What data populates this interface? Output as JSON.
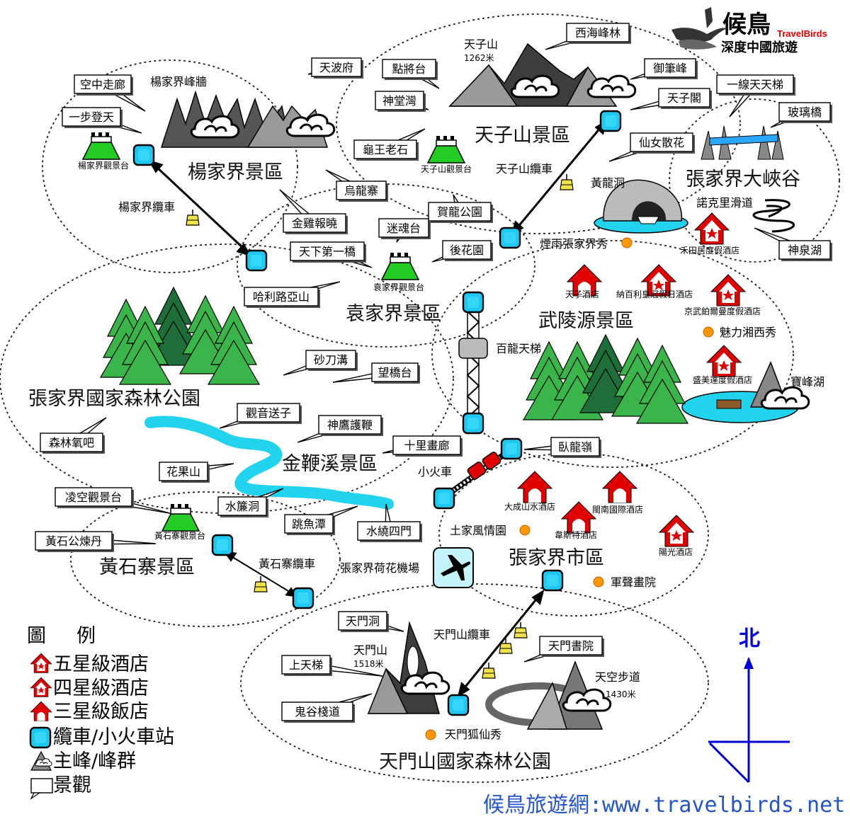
{
  "brand": {
    "logo_chars": "候鳥",
    "logo_en": "TravelBirds",
    "subtitle": "深度中國旅遊",
    "footer": "候鳥旅遊網:www.travelbirds.net"
  },
  "colors": {
    "station": "#1ec8f0",
    "hotel_red": "#e00000",
    "tree_light": "#3ab54a",
    "tree_dark": "#1e6e3a",
    "water": "#22d3ee",
    "compass": "#0000dd"
  },
  "zones": {
    "yangjiajie": "楊家界景區",
    "tianzishan": "天子山景區",
    "canyon": "張家界大峽谷",
    "yuanjiajie": "袁家界景區",
    "wulingyuan": "武陵源景區",
    "forest_park": "張家界國家森林公園",
    "jinbianxi": "金鞭溪景區",
    "huangshizhai": "黃石寨景區",
    "city": "張家界市區",
    "tianmen_park": "天門山國家森林公園"
  },
  "callouts": {
    "kongzhong": "空中走廊",
    "yibudengtian": "一步登天",
    "tianbofu": "天波府",
    "dianjiangtai": "點將台",
    "shentangwan": "神堂灣",
    "guiwanglaoshi": "龜王老石",
    "xihaifenglin": "西海峰林",
    "yubifeng": "御筆峰",
    "tianzige": "天子閣",
    "yixiantiantian": "一線天天梯",
    "boliqiao": "玻璃橋",
    "xiannusanhua": "仙女散花",
    "wulongzhai": "烏龍寨",
    "helonggongyuan": "賀龍公園",
    "jinjibaoxiao": "金雞報曉",
    "mihuntai": "迷魂台",
    "tianxiadiyiqiao": "天下第一橋",
    "houhuayuan": "後花園",
    "halilu": "哈利路亞山",
    "shenquanhu": "神泉湖",
    "shadaogou": "砂刀溝",
    "wangqiaotai": "望橋台",
    "guanyinsongzi": "觀音送子",
    "senlinyangba": "森林氧吧",
    "shenyinghubian": "神鷹護鞭",
    "shilihualang": "十里畫廊",
    "wolongling": "臥龍嶺",
    "huaguoshan": "花果山",
    "shuiliandong": "水簾洞",
    "tiaoyutan": "跳魚潭",
    "shuiraosimen": "水繞四門",
    "lingkongguanjing": "凌空觀景台",
    "huangshigong": "黃石公煉丹",
    "tianmendong": "天門洞",
    "shangtianti": "上天梯",
    "guiguzhandao": "鬼谷棧道",
    "tianmenshuyuan": "天門書院"
  },
  "labels": {
    "yangjiajie_wall": "楊家界峰牆",
    "tianzishan_peak": "天子山",
    "tianzishan_alt": "1262米",
    "yangjiajie_view": "楊家界觀景台",
    "tianzishan_view": "天子山觀景台",
    "yuanjiajie_view": "袁家界觀景台",
    "huangshizhai_view": "黃石寨觀景台",
    "yangjiajie_cable": "楊家界纜車",
    "tianzishan_cable": "天子山纜車",
    "huanglongdong": "黃龍洞",
    "nuokeli": "諾克里滑道",
    "hetian": "禾田居度假酒店",
    "yanyu": "煙雨張家界秀",
    "bailong": "百龍天梯",
    "tianzi_hotel": "天子酒店",
    "nabaili": "納百利皇冠假日酒店",
    "jingwu": "京武鉑爾曼度假酒店",
    "meili": "魅力湘西秀",
    "shengmeida": "盛美達度假酒店",
    "baofenghu": "寶峰湖",
    "xiaohuoche": "小火車",
    "dacheng": "大成山水酒店",
    "minnan": "閩南國際酒店",
    "tujia": "土家風情園",
    "weisite": "韋斯特酒店",
    "yangguang": "陽光酒店",
    "airport": "張家界荷花機場",
    "junsheng": "軍聲畫院",
    "huangshizhai_cable": "黃石寨纜車",
    "tianmen_cable": "天門山纜車",
    "tianmenshan": "天門山",
    "tianmenshan_alt": "1518米",
    "tiankong": "天空步道",
    "tiankong_alt": "1430米",
    "tianmenhuxian": "天門狐仙秀"
  },
  "legend": {
    "title_1": "圖",
    "title_2": "例",
    "five_star": "五星級酒店",
    "four_star": "四星級酒店",
    "three_star": "三星級飯店",
    "station": "纜車/小火車站",
    "peak": "主峰/峰群",
    "scenery": "景觀"
  },
  "compass": {
    "north": "北"
  }
}
